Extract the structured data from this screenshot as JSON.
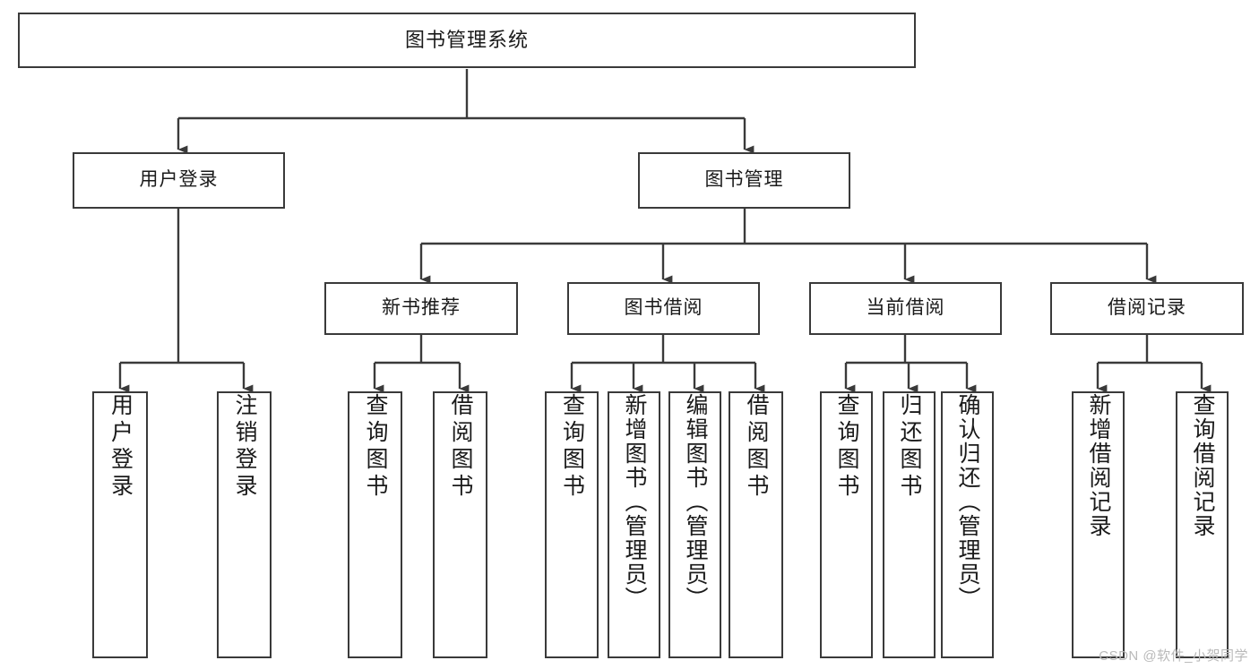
{
  "diagram": {
    "type": "tree",
    "title": "图书管理系统",
    "orientation": "top-down",
    "colors": {
      "box_border": "#3a3a3a",
      "box_fill": "#ffffff",
      "connector": "#3a3a3a",
      "text": "#1a1a1a",
      "watermark": "#b9b9b9"
    },
    "root": {
      "id": "root",
      "label": "图书管理系统"
    },
    "level2": [
      {
        "id": "user-login",
        "label": "用户登录"
      },
      {
        "id": "book-manage",
        "label": "图书管理"
      }
    ],
    "level3": [
      {
        "id": "new-book-rec",
        "label": "新书推荐",
        "parent": "book-manage"
      },
      {
        "id": "book-borrow",
        "label": "图书借阅",
        "parent": "book-manage"
      },
      {
        "id": "current-borrow",
        "label": "当前借阅",
        "parent": "book-manage"
      },
      {
        "id": "borrow-record",
        "label": "借阅记录",
        "parent": "book-manage"
      }
    ],
    "leaves": {
      "user-login": [
        {
          "id": "leaf-user-login",
          "label": "用户登录"
        },
        {
          "id": "leaf-user-logout",
          "label": "注销登录"
        }
      ],
      "new-book-rec": [
        {
          "id": "leaf-query-book-1",
          "label": "查询图书"
        },
        {
          "id": "leaf-borrow-book-1",
          "label": "借阅图书"
        }
      ],
      "book-borrow": [
        {
          "id": "leaf-query-book-2",
          "label": "查询图书"
        },
        {
          "id": "leaf-add-book",
          "label": "新增图书（管理员）"
        },
        {
          "id": "leaf-edit-book",
          "label": "编辑图书（管理员）"
        },
        {
          "id": "leaf-borrow-book-2",
          "label": "借阅图书"
        }
      ],
      "current-borrow": [
        {
          "id": "leaf-query-book-3",
          "label": "查询图书"
        },
        {
          "id": "leaf-return-book",
          "label": "归还图书"
        },
        {
          "id": "leaf-confirm-return",
          "label": "确认归还（管理员）"
        }
      ],
      "borrow-record": [
        {
          "id": "leaf-add-record",
          "label": "新增借阅记录"
        },
        {
          "id": "leaf-query-record",
          "label": "查询借阅记录"
        }
      ]
    }
  },
  "watermark": {
    "text": "CSDN @软件_小贺同学"
  }
}
